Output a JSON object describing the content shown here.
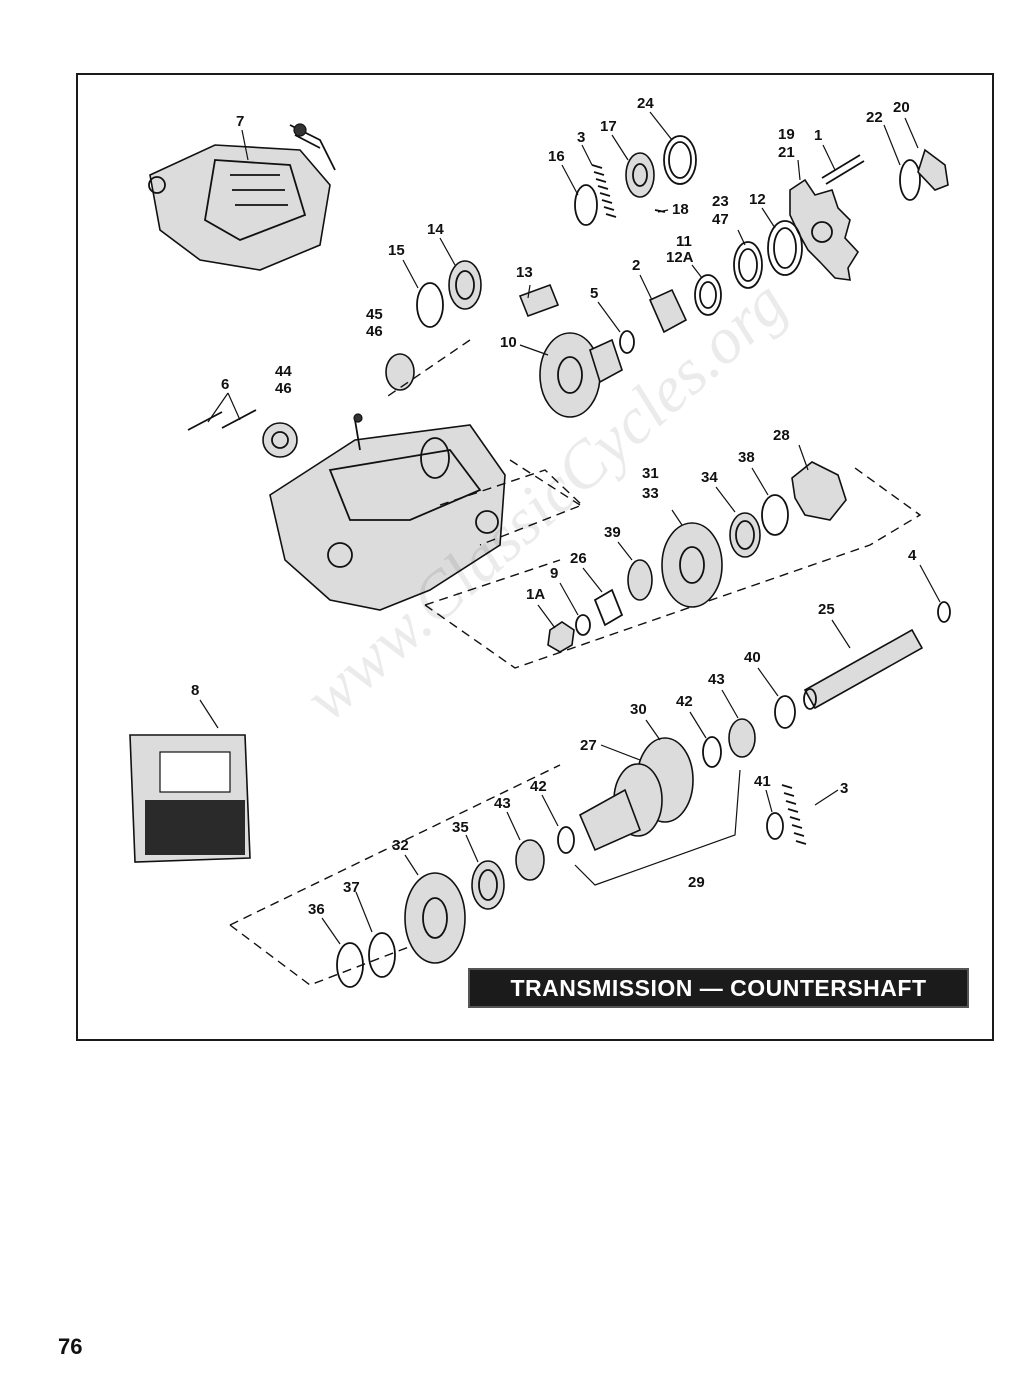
{
  "figure": {
    "title": "TRANSMISSION — COUNTERSHAFT",
    "watermark": "www.ClassicCycles.org",
    "callouts": {
      "c7": "7",
      "c24": "24",
      "c17": "17",
      "c3a": "3",
      "c16": "16",
      "c18": "18",
      "c19": "19",
      "c21": "21",
      "c1": "1",
      "c22": "22",
      "c20": "20",
      "c23": "23",
      "c47": "47",
      "c12": "12",
      "c11": "11",
      "c12a": "12A",
      "c2": "2",
      "c14": "14",
      "c15": "15",
      "c13": "13",
      "c5": "5",
      "c45": "45",
      "c46a": "46",
      "c10": "10",
      "c6": "6",
      "c44": "44",
      "c46b": "46",
      "c28": "28",
      "c38": "38",
      "c34": "34",
      "c31": "31",
      "c33": "33",
      "c39": "39",
      "c26": "26",
      "c9": "9",
      "c1a": "1A",
      "c4": "4",
      "c25": "25",
      "c8": "8",
      "c40": "40",
      "c43a": "43",
      "c42a": "42",
      "c30": "30",
      "c27": "27",
      "c41": "41",
      "c3b": "3",
      "c42b": "42",
      "c43b": "43",
      "c35": "35",
      "c32": "32",
      "c37": "37",
      "c36": "36",
      "c29": "29"
    }
  },
  "page": {
    "number": "76"
  }
}
